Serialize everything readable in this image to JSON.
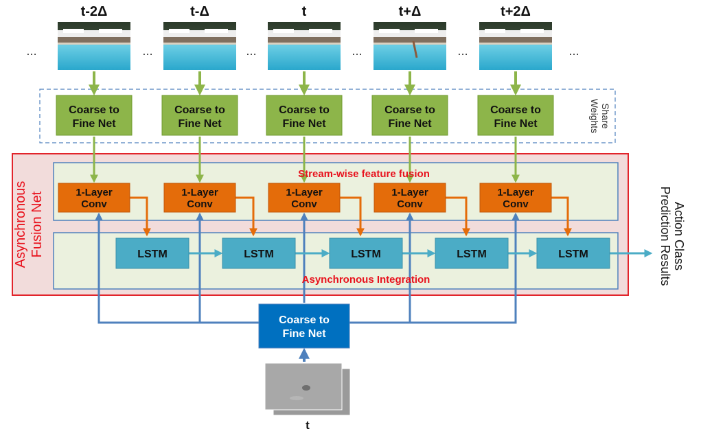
{
  "frames": [
    {
      "label": "t-2Δ"
    },
    {
      "label": "t-Δ"
    },
    {
      "label": "t"
    },
    {
      "label": "t+Δ"
    },
    {
      "label": "t+2Δ"
    }
  ],
  "ellipsis": "…",
  "coarse_net": {
    "line1": "Coarse to",
    "line2": "Fine Net"
  },
  "share_weights": {
    "line1": "Share",
    "line2": "Weights"
  },
  "conv": {
    "line1": "1-Layer",
    "line2": "Conv"
  },
  "lstm": {
    "label": "LSTM"
  },
  "fusion_net_label": {
    "line1": "Asynchronous",
    "line2": "Fusion Net"
  },
  "stream_fusion_label": "Stream-wise feature fusion",
  "async_integration_label": "Asynchronous Integration",
  "output_label": {
    "line1": "Action  Class",
    "line2": "Prediction Results"
  },
  "bottom_net": {
    "line1": "Coarse to",
    "line2": "Fine Net"
  },
  "flow_label": "t",
  "colors": {
    "green_box": "#8db54a",
    "orange_box": "#e46c0a",
    "teal_box": "#4bacc6",
    "blue_box": "#0070c0",
    "arrow_blue": "#4f81bd",
    "panel_red": "#e2242b",
    "panel_fill": "#f2dcdb",
    "inner_fill": "#ebf1de",
    "label_red": "#e8121d"
  }
}
